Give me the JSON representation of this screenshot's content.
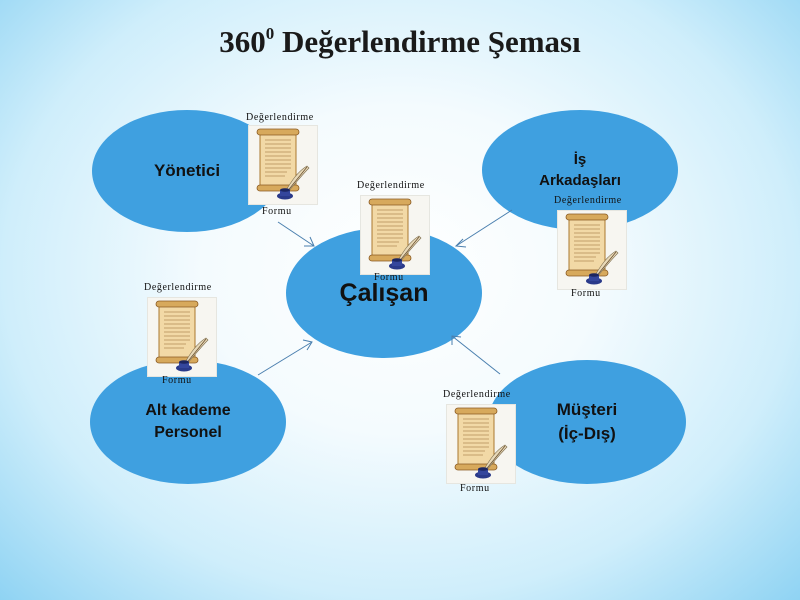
{
  "title": {
    "main": "360",
    "sup": "0",
    "rest": " Değerlendirme Şeması"
  },
  "nodes": {
    "yonetici": {
      "line1": "Yönetici"
    },
    "is_arkadaslari": {
      "line1": "İş",
      "line2": "Arkadaşları"
    },
    "calisan": {
      "line1": "Çalışan"
    },
    "alt_kademe": {
      "line1": "Alt kademe",
      "line2": "Personel"
    },
    "musteri": {
      "line1": "Müşteri",
      "line2": "(İç-Dış)"
    }
  },
  "form_label": {
    "top": "Değerlendirme",
    "bottom": "Formu"
  },
  "colors": {
    "node_fill": "#3fa0e0",
    "background": "#cfeefb"
  }
}
